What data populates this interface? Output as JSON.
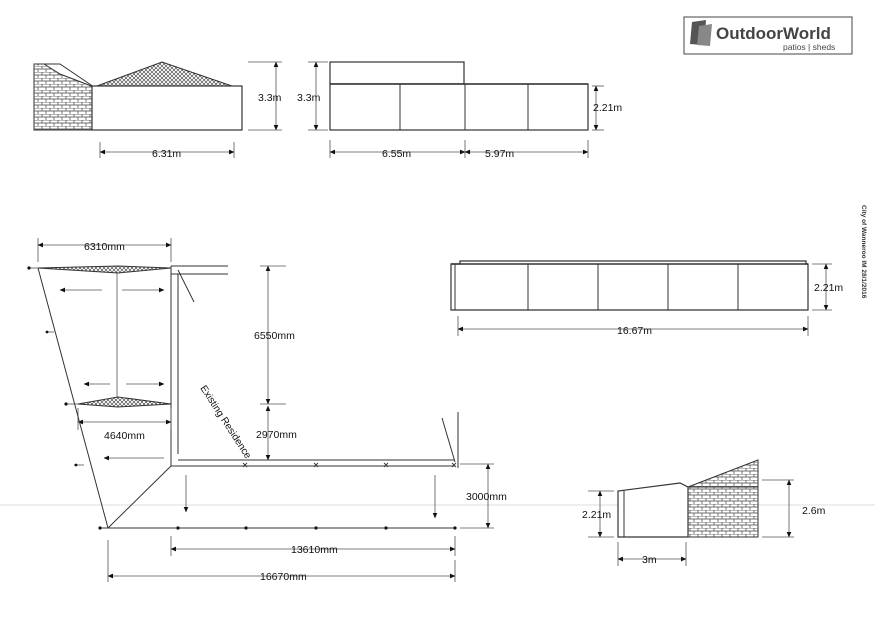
{
  "logo": {
    "name": "OutdoorWorld",
    "tagline": "patios | sheds"
  },
  "stamp": "City of Wanneroo IM 28/1/2016",
  "colors": {
    "line": "#333333",
    "hatch": "#555555",
    "paper": "#ffffff"
  },
  "dimensions": {
    "front_elevation_height": "3.3m",
    "front_elevation_width": "6.31m",
    "side_elevation_height_outer": "3.3m",
    "side_elevation_height_inner": "2.21m",
    "side_elevation_width_a": "6.55m",
    "side_elevation_width_b": "5.97m",
    "long_elevation_height": "2.21m",
    "long_elevation_width": "16.67m",
    "end_elevation_height_left": "2.21m",
    "end_elevation_height_right": "2.6m",
    "end_elevation_width": "3m",
    "plan_top_width": "6310mm",
    "plan_vertical": "6550mm",
    "plan_lower_width": "4640mm",
    "plan_offset": "2970mm",
    "plan_depth": "3000mm",
    "plan_inner_length": "13610mm",
    "plan_total_length": "16670mm"
  },
  "labels": {
    "existing_residence": "Existing Residence"
  }
}
